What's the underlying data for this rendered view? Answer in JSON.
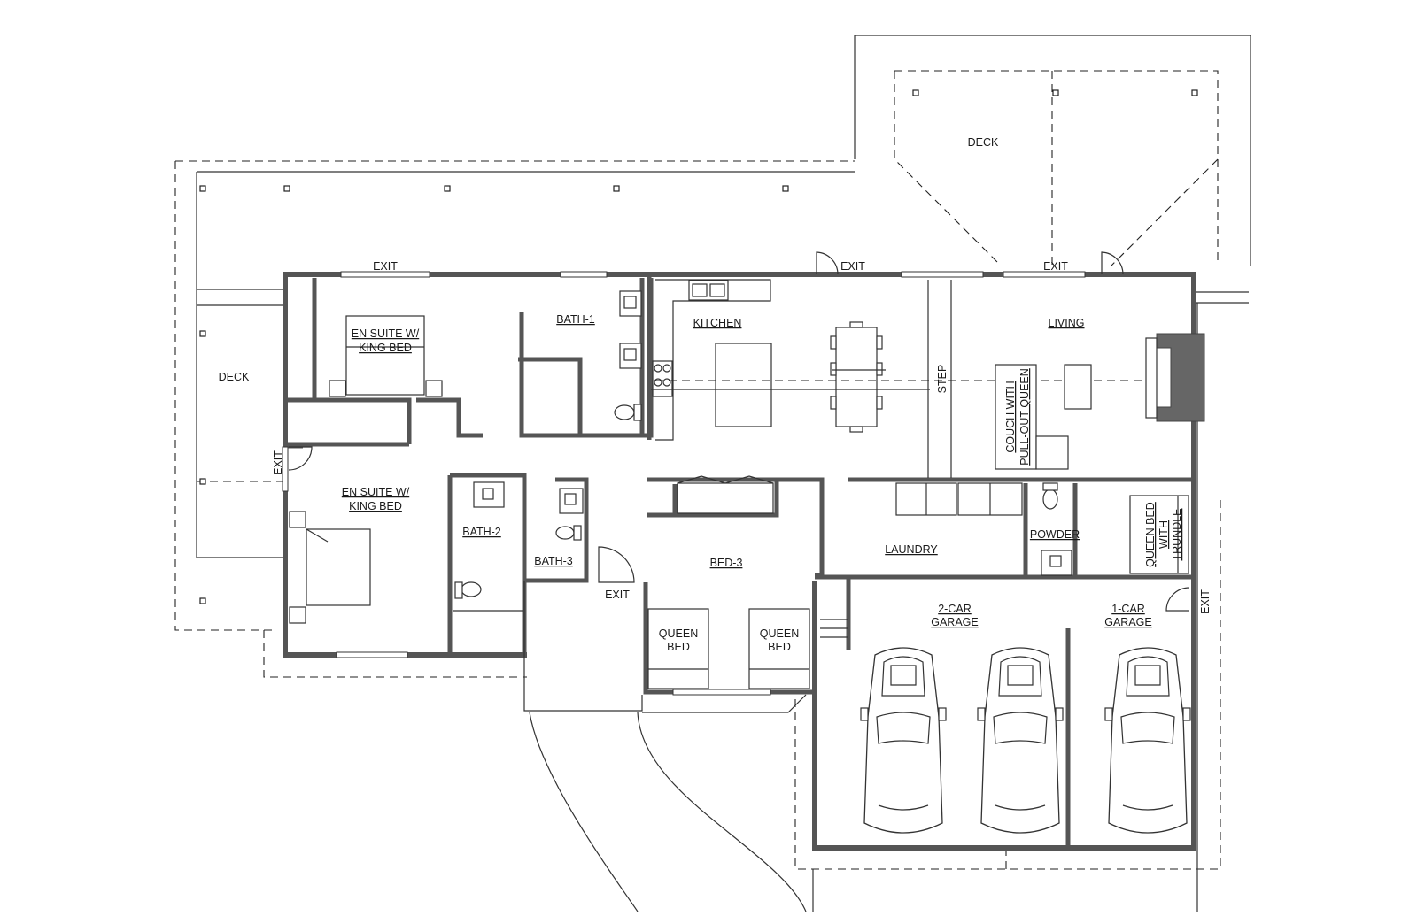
{
  "labels": {
    "deck_top": "DECK",
    "deck_left": "DECK",
    "exit_1": "EXIT",
    "exit_2": "EXIT",
    "exit_3": "EXIT",
    "exit_left": "EXIT",
    "exit_right": "EXIT",
    "exit_front": "EXIT",
    "suite1_line1": "EN SUITE W/",
    "suite1_line2": "KING BED",
    "suite2_line1": "EN SUITE W/",
    "suite2_line2": "KING BED",
    "bath1": "BATH-1",
    "bath2": "BATH-2",
    "bath3": "BATH-3",
    "kitchen": "KITCHEN",
    "living": "LIVING",
    "step": "STEP",
    "couch_line1": "COUCH WITH",
    "couch_line2": "PULL-OUT QUEEN",
    "laundry": "LAUNDRY",
    "powder": "POWDER",
    "trundle_line1": "QUEEN BED",
    "trundle_line2": "WITH",
    "trundle_line3": "TRUNDLE",
    "bed3": "BED-3",
    "queen1_line1": "QUEEN",
    "queen1_line2": "BED",
    "queen2_line1": "QUEEN",
    "queen2_line2": "BED",
    "garage2_line1": "2-CAR",
    "garage2_line2": "GARAGE",
    "garage1_line1": "1-CAR",
    "garage1_line2": "GARAGE"
  },
  "colors": {
    "wall": "#555555",
    "line": "#222222",
    "fireplace": "#666666"
  }
}
